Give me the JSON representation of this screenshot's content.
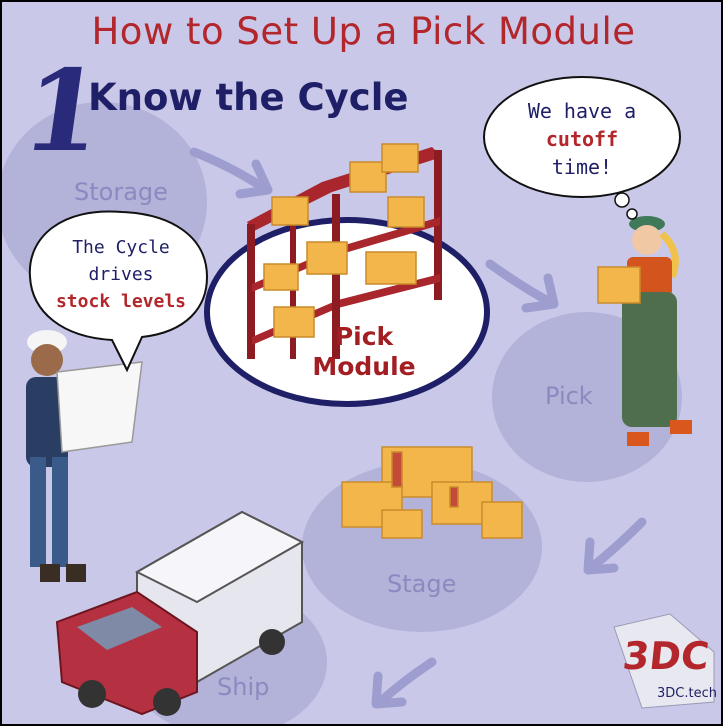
{
  "title": "How to Set Up a Pick Module",
  "step_number": "1",
  "heading": "Know the Cycle",
  "stages": {
    "storage": "Storage",
    "pick": "Pick",
    "stage": "Stage",
    "ship": "Ship"
  },
  "center_label": {
    "line1": "Pick",
    "line2": "Module"
  },
  "bubble_left": {
    "line1": "The Cycle",
    "line2": "drives",
    "line3": "stock levels"
  },
  "bubble_right": {
    "line1": "We have a",
    "line2": "cutoff",
    "line3": "time!"
  },
  "logo": {
    "mark": "3DC",
    "url": "3DC.tech"
  },
  "colors": {
    "background": "#c9c8e8",
    "title": "#b3262b",
    "heading": "#1e1f66",
    "stage_circle": "#b3b2d9",
    "arrow": "#9e9dd0",
    "rack": "#8c1c22",
    "box": "#f2b64a"
  }
}
